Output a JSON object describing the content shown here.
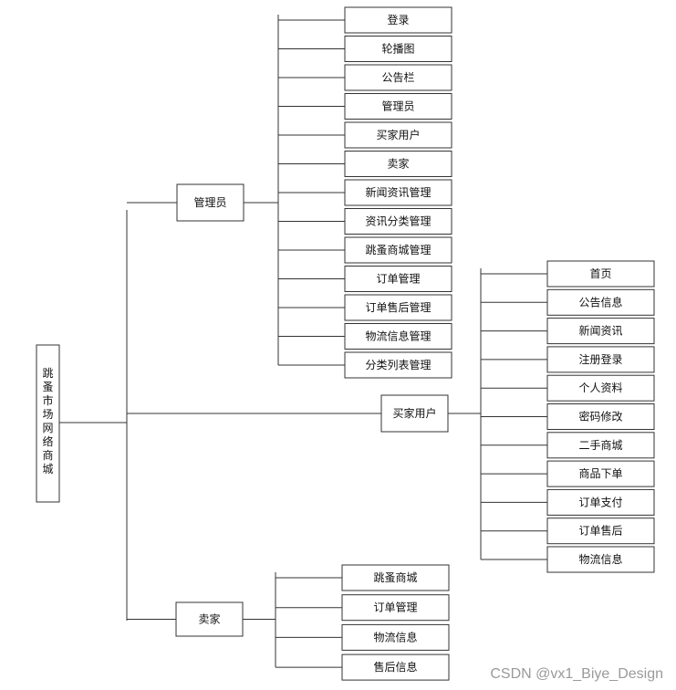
{
  "root": {
    "label": "跳蚤市场网络商城"
  },
  "branches": [
    {
      "label": "管理员",
      "items": [
        "登录",
        "轮播图",
        "公告栏",
        "管理员",
        "买家用户",
        "卖家",
        "新闻资讯管理",
        "资讯分类管理",
        "跳蚤商城管理",
        "订单管理",
        "订单售后管理",
        "物流信息管理",
        "分类列表管理"
      ]
    },
    {
      "label": "买家用户",
      "items": [
        "首页",
        "公告信息",
        "新闻资讯",
        "注册登录",
        "个人资料",
        "密码修改",
        "二手商城",
        "商品下单",
        "订单支付",
        "订单售后",
        "物流信息"
      ]
    },
    {
      "label": "卖家",
      "items": [
        "跳蚤商城",
        "订单管理",
        "物流信息",
        "售后信息"
      ]
    }
  ],
  "watermark": "CSDN @vx1_Biye_Design"
}
